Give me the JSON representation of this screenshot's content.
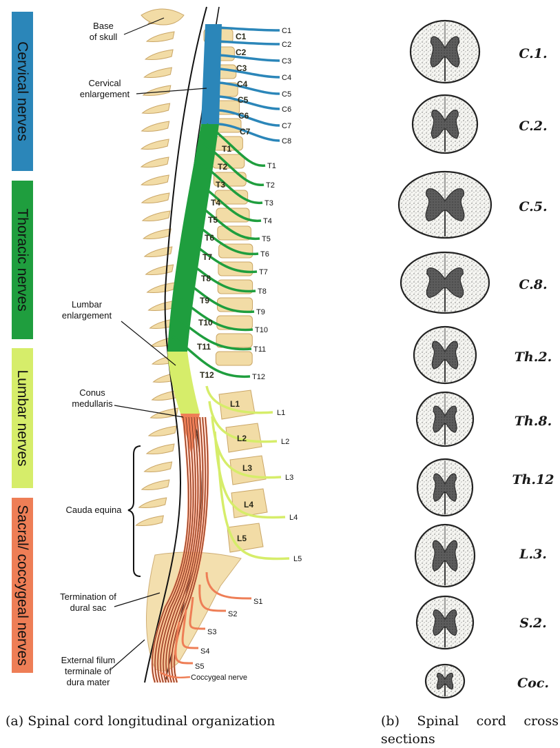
{
  "regions": [
    {
      "label": "Cervical nerves",
      "color": "#2b86b9",
      "text_color": "#111111"
    },
    {
      "label": "Thoracic nerves",
      "color": "#1f9e3e",
      "text_color": "#111111"
    },
    {
      "label": "Lumbar nerves",
      "color": "#d6ed6a",
      "text_color": "#111111"
    },
    {
      "label": "Sacral/ coccygeal nerves",
      "color": "#ee7e56",
      "text_color": "#111111"
    }
  ],
  "annotations": {
    "base_of_skull": [
      "Base",
      "of skull"
    ],
    "cervical_enlargement": [
      "Cervical",
      "enlargement"
    ],
    "lumbar_enlargement": [
      "Lumbar",
      "enlargement"
    ],
    "conus_medullaris": [
      "Conus",
      "medullaris"
    ],
    "cauda_equina": "Cauda equina",
    "termination": [
      "Termination of",
      "dural sac"
    ],
    "filum": [
      "External filum",
      "terminale of",
      "dura mater"
    ]
  },
  "nerves": {
    "cervical": [
      "C1",
      "C2",
      "C3",
      "C4",
      "C5",
      "C6",
      "C7",
      "C8"
    ],
    "vertebrae_cervical": [
      "C1",
      "C2",
      "C3",
      "C4",
      "C5",
      "C6",
      "C7"
    ],
    "thoracic": [
      "T1",
      "T2",
      "T3",
      "T4",
      "T5",
      "T6",
      "T7",
      "T8",
      "T9",
      "T10",
      "T11",
      "T12"
    ],
    "lumbar": [
      "L1",
      "L2",
      "L3",
      "L4",
      "L5"
    ],
    "sacral": [
      "S1",
      "S2",
      "S3",
      "S4",
      "S5"
    ],
    "coccygeal": "Coccygeal nerve"
  },
  "cross_sections": [
    "C.1.",
    "C.2.",
    "C.5.",
    "C.8.",
    "Th.2.",
    "Th.8.",
    "Th.12",
    "L.3.",
    "S.2.",
    "Coc."
  ],
  "colors": {
    "bone": "#f2dca6",
    "bone_edge": "#c9a565",
    "cervical": "#2b86b9",
    "thoracic": "#1f9e3e",
    "lumbar": "#d6ed6a",
    "sacral": "#ee7e56"
  },
  "captions": {
    "a": "(a) Spinal cord longitudinal organization",
    "b_line1": [
      "(b)",
      "Spinal",
      "cord",
      "cross"
    ],
    "b_line2": "sections"
  }
}
